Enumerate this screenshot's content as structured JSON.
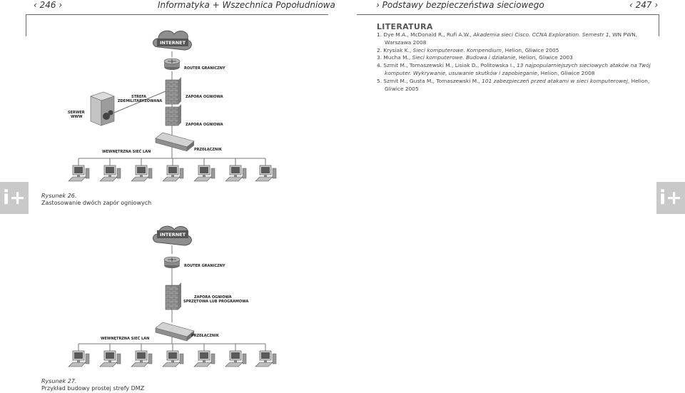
{
  "left_header": {
    "page_number": "246",
    "running_title": "Informatyka + Wszechnica Popołudniowa"
  },
  "right_header": {
    "page_number": "247",
    "running_title": "Podstawy bezpieczeństwa sieciowego"
  },
  "literature": {
    "heading": "LITERATURA",
    "items": [
      {
        "num": "1.",
        "authors": "Dye M.A., McDonald R., Rufi A.W., ",
        "title": "Akademia sieci Cisco. CCNA Exploration. Semestr 1",
        "rest": ", WN PWN, Warszawa 2008"
      },
      {
        "num": "2.",
        "authors": "Krysiak K., ",
        "title": "Sieci komputerowe. Kompendium",
        "rest": ", Helion, Gliwice 2005"
      },
      {
        "num": "3.",
        "authors": "Mucha M., ",
        "title": "Sieci komputerowe. Budowa i działanie",
        "rest": ", Helion, Gliwice 2003"
      },
      {
        "num": "4.",
        "authors": "Szmit M., Tomaszewski M., Lisiak D., Politowska I., ",
        "title": "13 najpopularniejszych sieciowych ataków na Twój komputer. Wykrywanie, usuwanie skutków i zapobieganie",
        "rest": ", Helion, Gliwice 2008"
      },
      {
        "num": "5.",
        "authors": "Szmit M., Gusta M., Tomaszewski M., ",
        "title": "101 zabezpieczeń przed atakami w sieci komputerowej",
        "rest": ", Helion, Gliwice 2005"
      }
    ]
  },
  "side_badge": "i+",
  "figure26": {
    "labels": {
      "internet": "INTERNET",
      "router": "ROUTER GRANICZNY",
      "firewall1": "ZAPORA OGNIOWA",
      "firewall2": "ZAPORA OGNIOWA",
      "dmz_line1": "STREFA",
      "dmz_line2": "ZDEMILITARYZOWANA",
      "server_line1": "SERWER",
      "server_line2": "WWW",
      "lan": "WEWNĘTRZNA SIEĆ LAN",
      "switch": "PRZEŁĄCZNIK"
    },
    "caption_number": "Rysunek 26.",
    "caption_text": "Zastosowanie dwóch zapór ogniowych"
  },
  "figure27": {
    "labels": {
      "internet": "INTERNET",
      "router": "ROUTER GRANICZNY",
      "firewall_line1": "ZAPORA OGNIOWA",
      "firewall_line2": "SPRZĘTOWA LUB PROGRAMOWA",
      "lan": "WEWNĘTRZNA SIEĆ LAN",
      "switch": "PRZEŁĄCZNIK"
    },
    "caption_number": "Rysunek 27.",
    "caption_text": "Przykład budowy prostej strefy DMZ"
  }
}
